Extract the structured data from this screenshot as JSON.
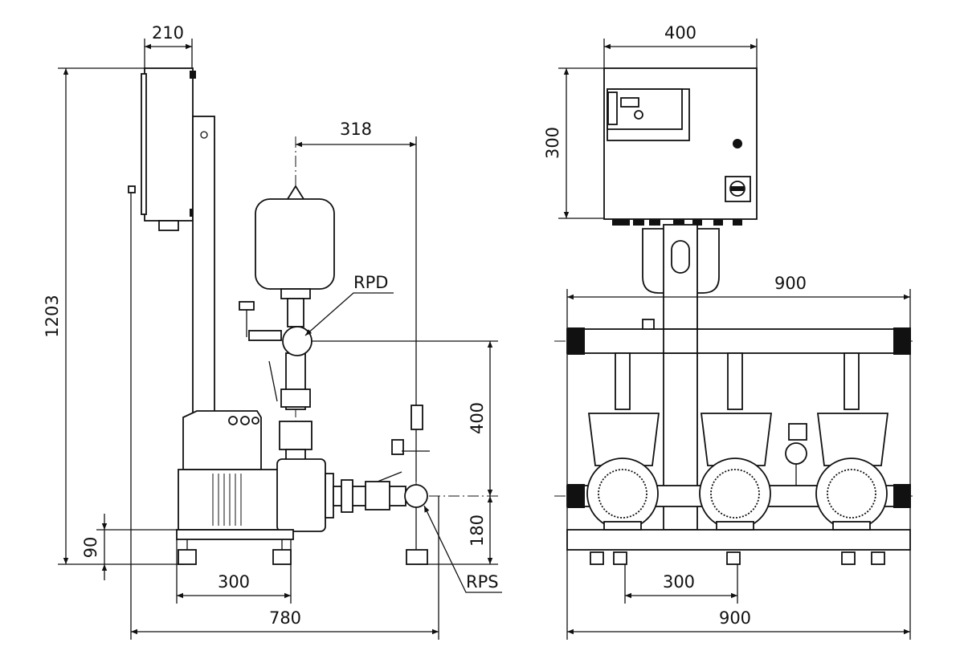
{
  "left_view": {
    "dimensions": {
      "control_box_width": "210",
      "overall_height": "1203",
      "tank_offset": "318",
      "rpd_height": "400",
      "rps_height": "180",
      "foot_height": "90",
      "foot_spacing": "300",
      "overall_depth": "780"
    },
    "labels": {
      "discharge": "RPD",
      "suction": "RPS"
    }
  },
  "right_view": {
    "dimensions": {
      "control_box_width": "400",
      "control_box_height": "300",
      "header_width": "900",
      "foot_spacing": "300",
      "base_width": "900"
    }
  }
}
